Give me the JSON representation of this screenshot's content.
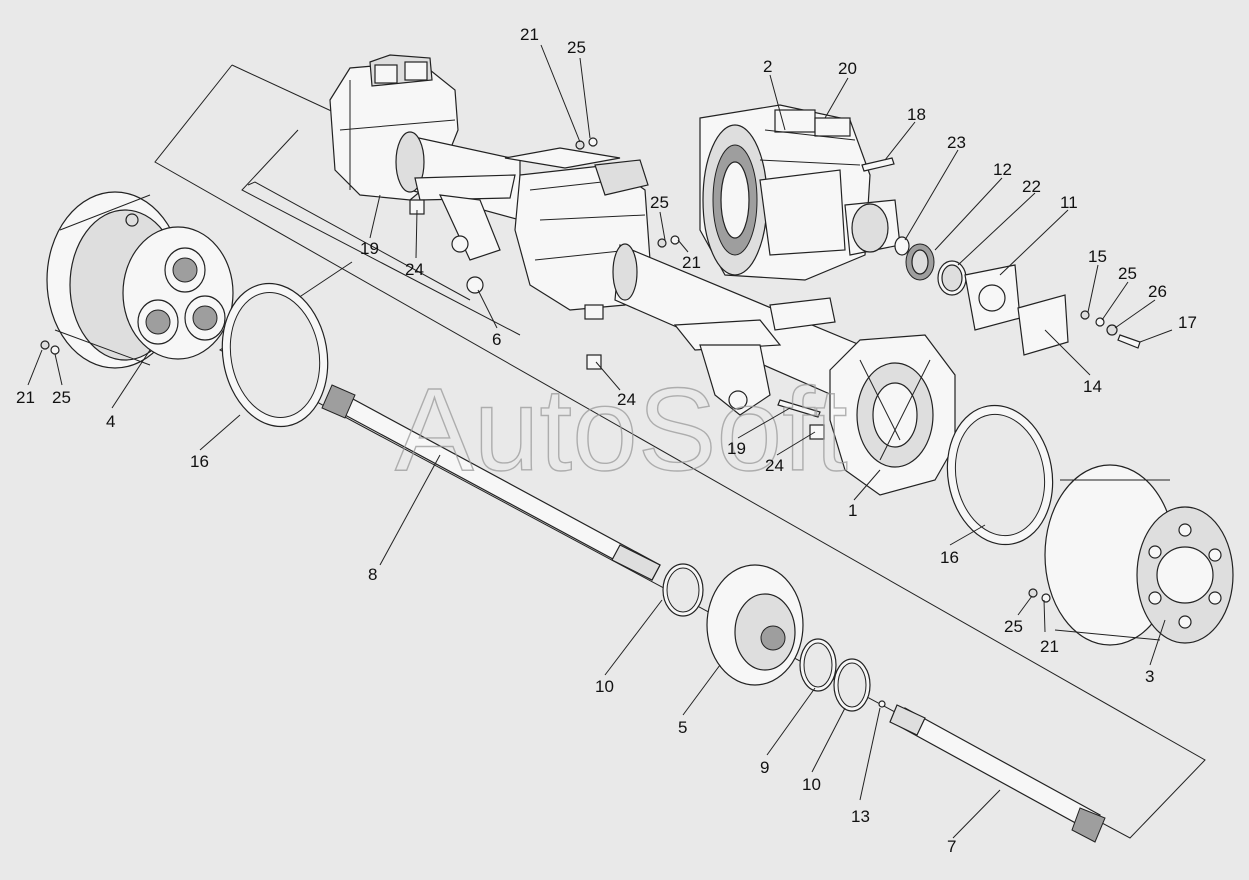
{
  "watermark": "AutoSoft",
  "callouts": [
    {
      "id": "c1",
      "text": "1"
    },
    {
      "id": "c2",
      "text": "2"
    },
    {
      "id": "c3",
      "text": "3"
    },
    {
      "id": "c4",
      "text": "4"
    },
    {
      "id": "c5",
      "text": "5"
    },
    {
      "id": "c6",
      "text": "6"
    },
    {
      "id": "c7",
      "text": "7"
    },
    {
      "id": "c8",
      "text": "8"
    },
    {
      "id": "c9",
      "text": "9"
    },
    {
      "id": "c10a",
      "text": "10"
    },
    {
      "id": "c10b",
      "text": "10"
    },
    {
      "id": "c11",
      "text": "11"
    },
    {
      "id": "c12",
      "text": "12"
    },
    {
      "id": "c13",
      "text": "13"
    },
    {
      "id": "c14",
      "text": "14"
    },
    {
      "id": "c15",
      "text": "15"
    },
    {
      "id": "c16a",
      "text": "16"
    },
    {
      "id": "c16b",
      "text": "16"
    },
    {
      "id": "c17",
      "text": "17"
    },
    {
      "id": "c18",
      "text": "18"
    },
    {
      "id": "c19a",
      "text": "19"
    },
    {
      "id": "c19b",
      "text": "19"
    },
    {
      "id": "c20",
      "text": "20"
    },
    {
      "id": "c21a",
      "text": "21"
    },
    {
      "id": "c21b",
      "text": "21"
    },
    {
      "id": "c21c",
      "text": "21"
    },
    {
      "id": "c21d",
      "text": "21"
    },
    {
      "id": "c22",
      "text": "22"
    },
    {
      "id": "c23",
      "text": "23"
    },
    {
      "id": "c24a",
      "text": "24"
    },
    {
      "id": "c24b",
      "text": "24"
    },
    {
      "id": "c24c",
      "text": "24"
    },
    {
      "id": "c25a",
      "text": "25"
    },
    {
      "id": "c25b",
      "text": "25"
    },
    {
      "id": "c25c",
      "text": "25"
    },
    {
      "id": "c25d",
      "text": "25"
    },
    {
      "id": "c25e",
      "text": "25"
    },
    {
      "id": "c26",
      "text": "26"
    }
  ]
}
